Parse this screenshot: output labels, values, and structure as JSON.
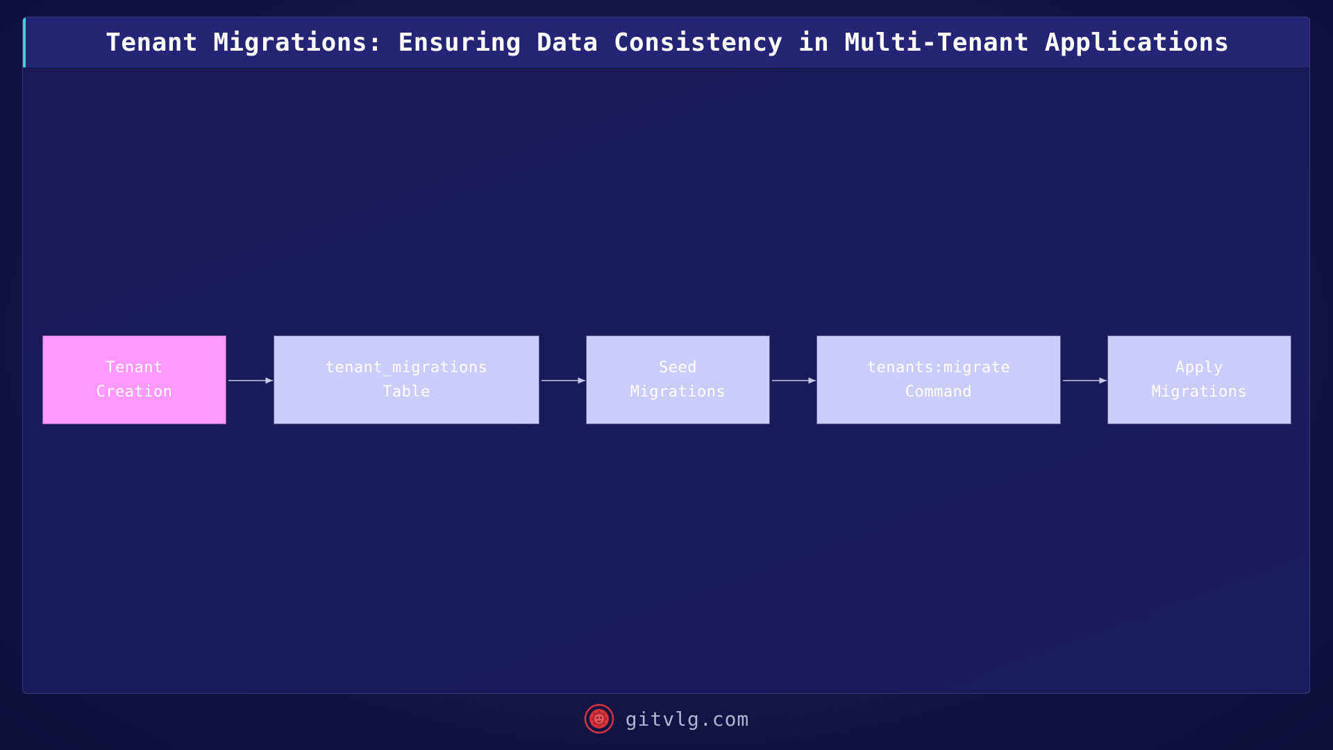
{
  "title": "Tenant Migrations: Ensuring Data Consistency in Multi-Tenant Applications",
  "diagram": {
    "type": "flowchart",
    "direction": "left-to-right",
    "nodes": [
      {
        "id": "tenant-creation",
        "label": "Tenant\nCreation",
        "highlight": true
      },
      {
        "id": "tenant-migrations-table",
        "label": "tenant_migrations\nTable",
        "highlight": false
      },
      {
        "id": "seed-migrations",
        "label": "Seed\nMigrations",
        "highlight": false
      },
      {
        "id": "tenants-migrate-command",
        "label": "tenants:migrate\nCommand",
        "highlight": false
      },
      {
        "id": "apply-migrations",
        "label": "Apply\nMigrations",
        "highlight": false
      }
    ],
    "edges": [
      {
        "from": "tenant-creation",
        "to": "tenant-migrations-table"
      },
      {
        "from": "tenant-migrations-table",
        "to": "seed-migrations"
      },
      {
        "from": "seed-migrations",
        "to": "tenants-migrate-command"
      },
      {
        "from": "tenants-migrate-command",
        "to": "apply-migrations"
      }
    ]
  },
  "footer": {
    "site": "gitvlg.com",
    "logo_icon": "lion-logo-icon"
  },
  "colors": {
    "background": "#1b1a55",
    "title_bar": "#252575",
    "title_accent": "#3fd6d0",
    "node_fill": "#ccccfb",
    "node_highlight_fill": "#ff99ff",
    "edge": "#c8c8e8",
    "logo": "#d9343e"
  }
}
